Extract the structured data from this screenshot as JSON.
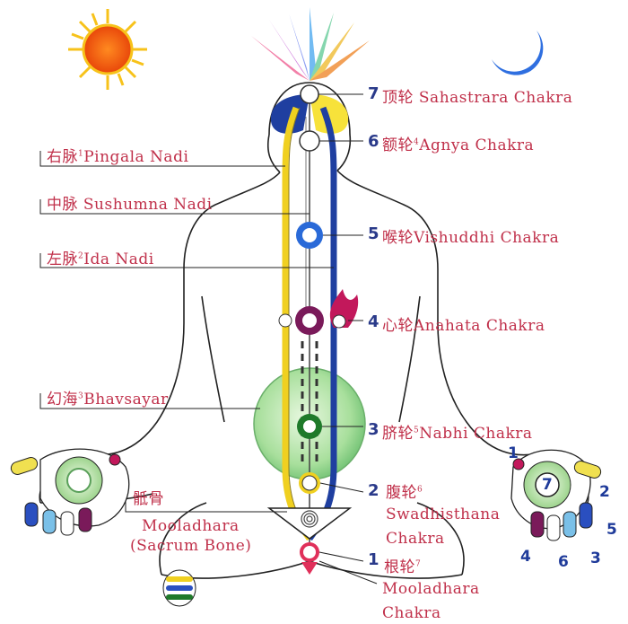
{
  "chakras": [
    {
      "num": "7",
      "cn": "顶轮",
      "en": "Sahastrara Chakra"
    },
    {
      "num": "6",
      "cn": "额轮",
      "sup": "4",
      "en": "Agnya Chakra"
    },
    {
      "num": "5",
      "cn": "喉轮",
      "en": "Vishuddhi Chakra"
    },
    {
      "num": "4",
      "cn": "心轮",
      "en": "Anahata Chakra"
    },
    {
      "num": "3",
      "cn": "脐轮",
      "sup": "5",
      "en": "Nabhi Chakra"
    },
    {
      "num": "2",
      "cn": "腹轮",
      "sup": "6",
      "en_line1": "Swadhisthana",
      "en_line2": "Chakra"
    },
    {
      "num": "1",
      "cn": "根轮",
      "sup": "7",
      "en_line1": "Mooladhara",
      "en_line2": "Chakra"
    }
  ],
  "channels": [
    {
      "cn": "右脉",
      "sup": "1",
      "en": "Pingala Nadi"
    },
    {
      "cn": "中脉",
      "en": "Sushumna Nadi"
    },
    {
      "cn": "左脉",
      "sup": "2",
      "en": "Ida Nadi"
    },
    {
      "cn": "幻海",
      "sup": "3",
      "en": "Bhavsayar"
    }
  ],
  "sacrum": {
    "cn": "骶骨",
    "en_line1": "Mooladhara",
    "en_line2": "(Sacrum Bone)"
  },
  "hand_numbers": [
    "1",
    "7",
    "2",
    "5",
    "3",
    "6",
    "4"
  ],
  "colors": {
    "label": "#c0304a",
    "number": "#2a3a8a",
    "pingala": "#f0d020",
    "ida": "#1f3fa0",
    "bhavsayar": "#9ed89a"
  }
}
